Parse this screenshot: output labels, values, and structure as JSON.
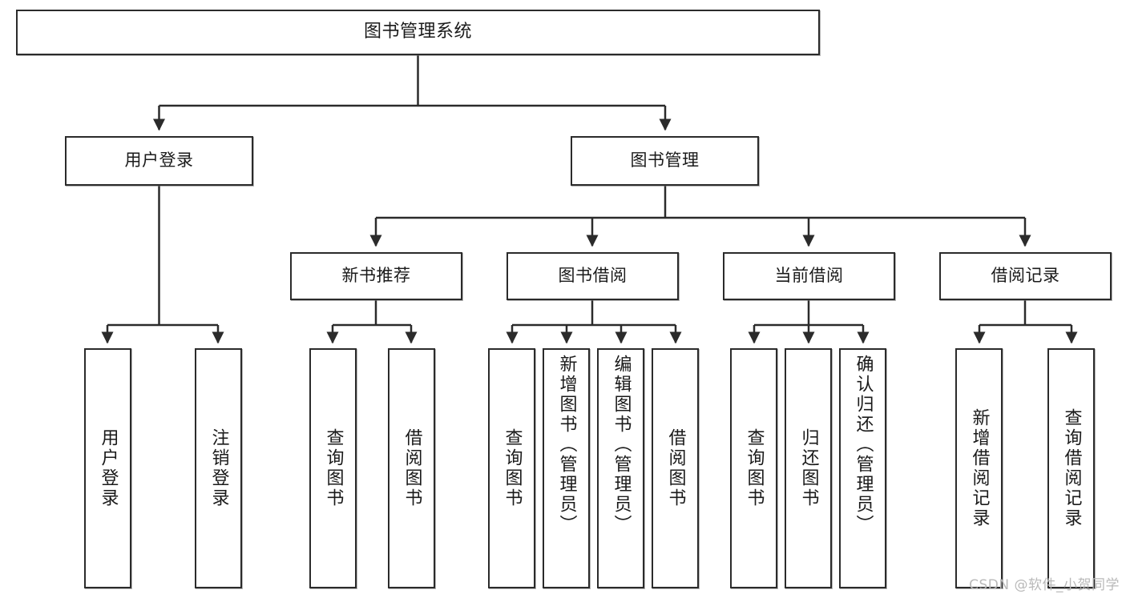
{
  "diagram": {
    "title": "图书管理系统",
    "type": "functional-structure-tree",
    "stroke_color": "#2b2b2b",
    "fill_color": "#ffffff",
    "text_color": "#1a1a1a"
  },
  "nodes": {
    "root": {
      "label": "图书管理系统"
    },
    "level2": [
      {
        "label": "用户登录"
      },
      {
        "label": "图书管理"
      }
    ],
    "level3": [
      {
        "label": "新书推荐"
      },
      {
        "label": "图书借阅"
      },
      {
        "label": "当前借阅"
      },
      {
        "label": "借阅记录"
      }
    ],
    "leaves": {
      "user_login": [
        {
          "label": "用户登录"
        },
        {
          "label": "注销登录"
        }
      ],
      "new_book_recommend": [
        {
          "label": "查询图书"
        },
        {
          "label": "借阅图书"
        }
      ],
      "book_borrow": [
        {
          "label": "查询图书"
        },
        {
          "label": "新增图书（管理员）"
        },
        {
          "label": "编辑图书（管理员）"
        },
        {
          "label": "借阅图书"
        }
      ],
      "current_borrow": [
        {
          "label": "查询图书"
        },
        {
          "label": "归还图书"
        },
        {
          "label": "确认归还（管理员）"
        }
      ],
      "borrow_record": [
        {
          "label": "新增借阅记录"
        },
        {
          "label": "查询借阅记录"
        }
      ]
    }
  },
  "watermark": {
    "text": "CSDN @软件_小贺同学"
  }
}
